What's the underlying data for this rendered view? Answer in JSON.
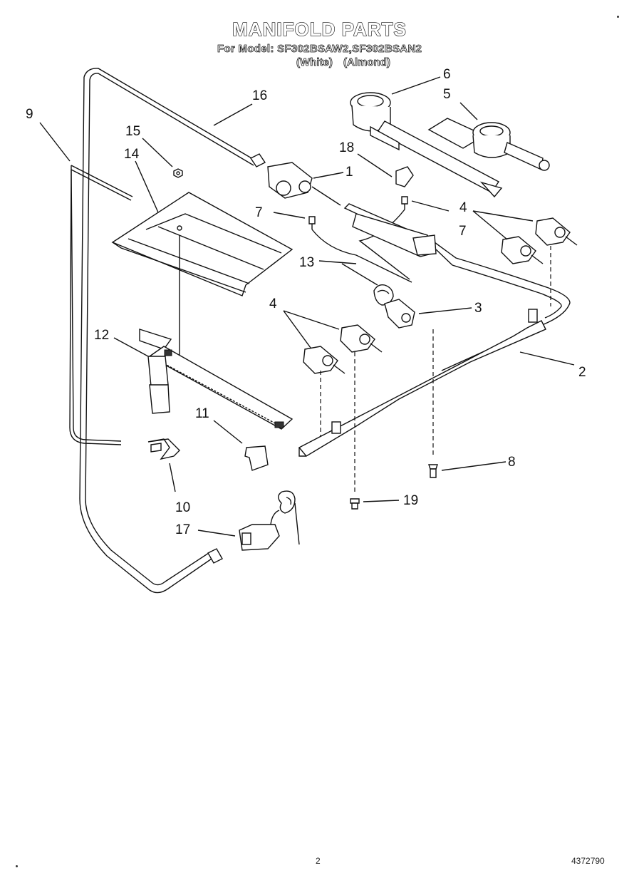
{
  "header": {
    "title": "MANIFOLD PARTS",
    "model_line": "For Model: SF302BSAW2,SF302BSAN2",
    "variant_white": "(White)",
    "variant_almond": "(Almond)"
  },
  "callouts": [
    "1",
    "2",
    "3",
    "4",
    "4",
    "5",
    "6",
    "7",
    "7",
    "8",
    "9",
    "10",
    "11",
    "12",
    "13",
    "14",
    "15",
    "16",
    "17",
    "18",
    "19"
  ],
  "footer": {
    "page_number": "2",
    "document_number": "4372790"
  }
}
